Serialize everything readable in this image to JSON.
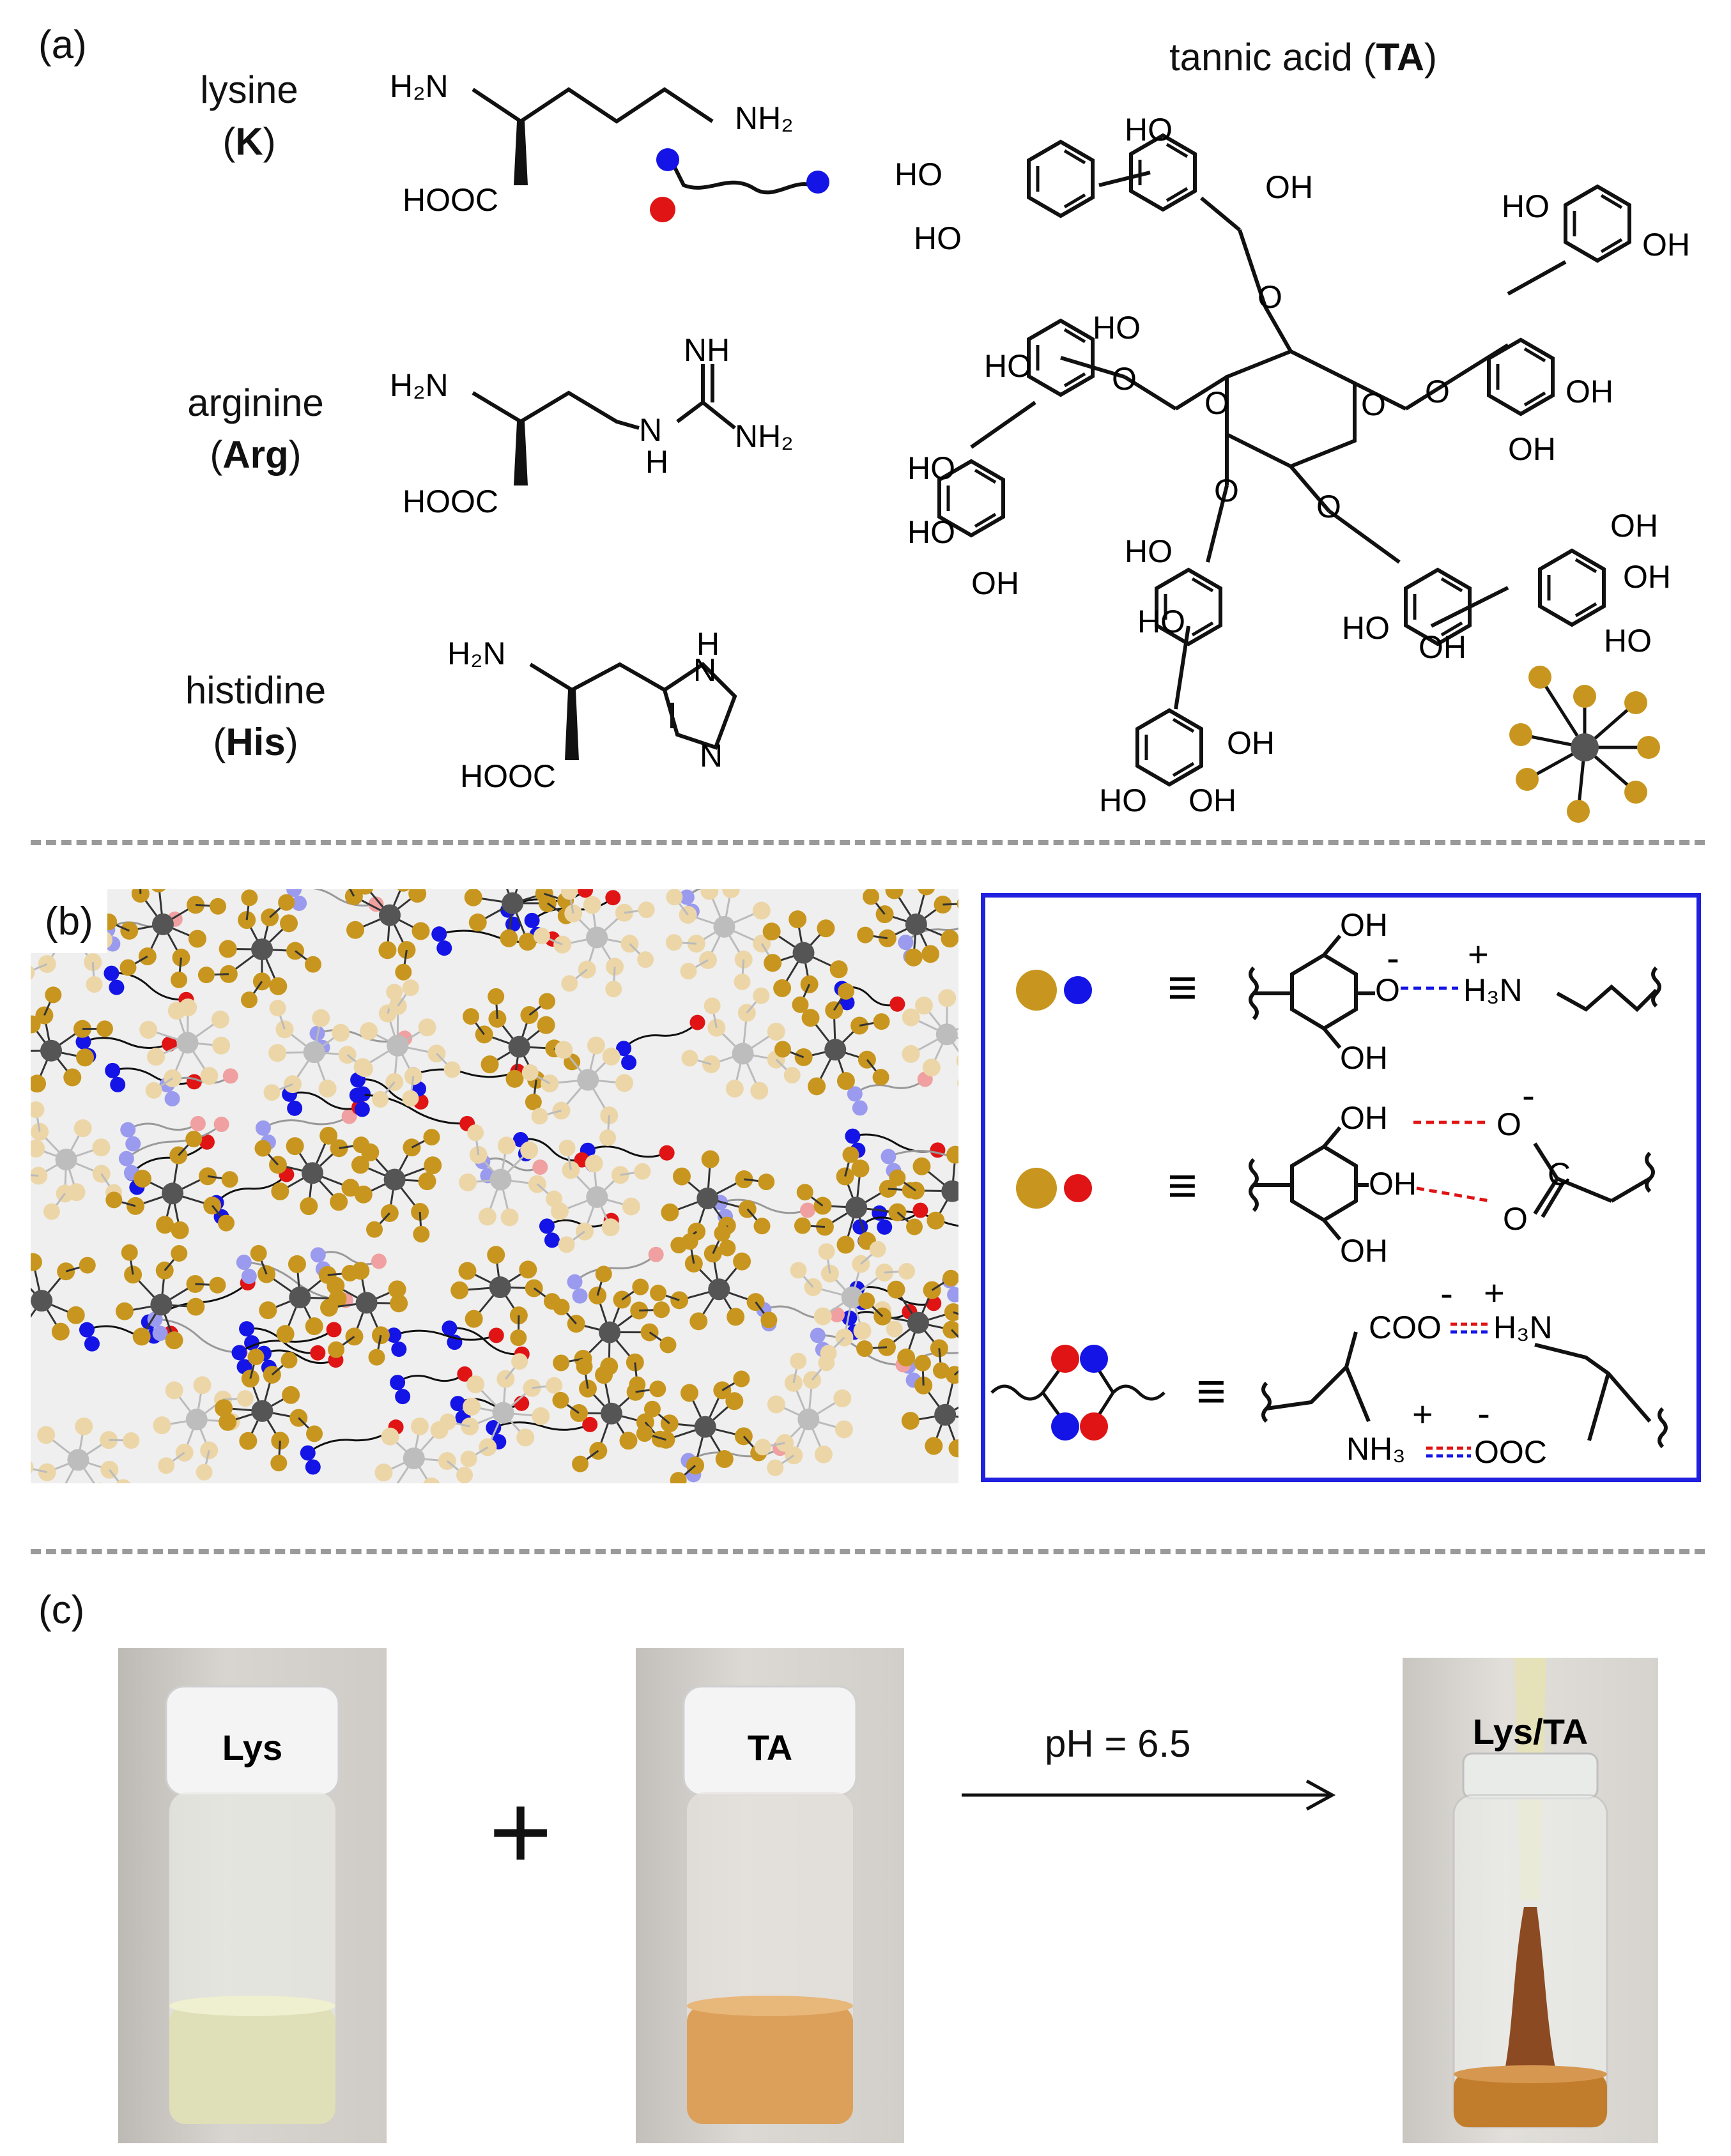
{
  "panels": {
    "a": "(a)",
    "b": "(b)",
    "c": "(c)"
  },
  "amino_acids": [
    {
      "name": "lysine",
      "abbr": "K"
    },
    {
      "name": "arginine",
      "abbr": "Arg"
    },
    {
      "name": "histidine",
      "abbr": "His"
    }
  ],
  "tannic_acid": {
    "name": "tannic acid",
    "abbr": "TA"
  },
  "chem_text": {
    "h2n": "H₂N",
    "nh2": "NH₂",
    "hooc": "HOOC",
    "nh": "NH",
    "h": "H",
    "n": "N",
    "oh": "OH",
    "ho": "HO",
    "o": "O",
    "h3n": "H₃N",
    "nh3": "NH₃",
    "coo": "COO",
    "ooc": "OOC",
    "c": "C",
    "minus": "-",
    "plus": "+"
  },
  "legend": {
    "equiv": "≡"
  },
  "vials": {
    "lys": "Lys",
    "ta": "TA",
    "mix": "Lys/TA",
    "plus": "+",
    "condition": "pH = 6.5"
  },
  "colors": {
    "ta_node": "#c8961e",
    "amine": "#1414e6",
    "carboxyl": "#e01414",
    "core": "#555555",
    "panel_b_bg": "#efefef",
    "legend_border": "#2020e0"
  }
}
